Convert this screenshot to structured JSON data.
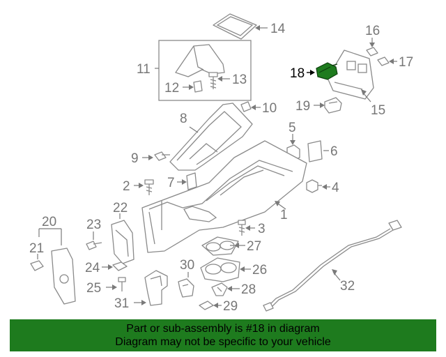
{
  "labels": {
    "p1": "1",
    "p2": "2",
    "p3": "3",
    "p4": "4",
    "p5": "5",
    "p6": "6",
    "p7": "7",
    "p8": "8",
    "p9": "9",
    "p10": "10",
    "p11": "11",
    "p12": "12",
    "p13": "13",
    "p14": "14",
    "p15": "15",
    "p16": "16",
    "p17": "17",
    "p18": "18",
    "p19": "19",
    "p20": "20",
    "p21": "21",
    "p22": "22",
    "p23": "23",
    "p24": "24",
    "p25": "25",
    "p26": "26",
    "p27": "27",
    "p28": "28",
    "p29": "29",
    "p30": "30",
    "p31": "31",
    "p32": "32"
  },
  "highlight": {
    "part": "18",
    "color": "#1e7b1e"
  },
  "banner": {
    "line1": "Part or sub-assembly is #18 in diagram",
    "line2": "Diagram may not be specific to your vehicle",
    "background": "#1e7b1e"
  }
}
